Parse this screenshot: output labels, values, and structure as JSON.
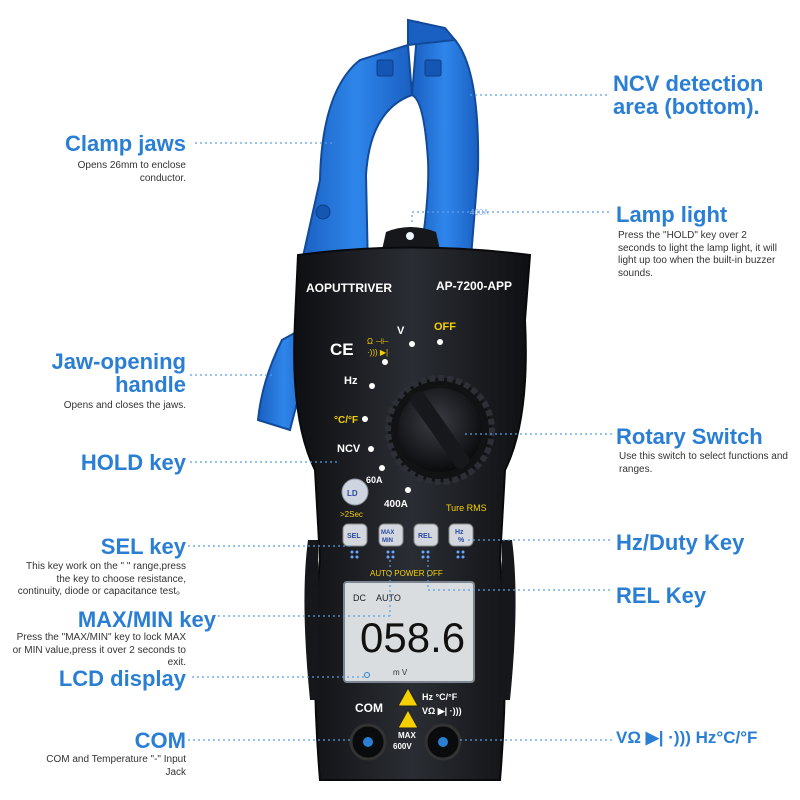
{
  "device": {
    "brand": "AOPUTTRIVER",
    "model": "AP-7200-APP",
    "ce_mark": "CE",
    "dial": {
      "off": "OFF",
      "v": "V",
      "ohm_cap": "Ω ⊣⊢",
      "diode_buzz": "·))) ▶|",
      "hz": "Hz",
      "temp": "°C/°F",
      "ncv": "NCV",
      "a60": "60A",
      "a400": "400A",
      "true_rms": "Ture RMS",
      "lamp_hint": ">2Sec"
    },
    "keys": {
      "sel": "SEL",
      "maxmin_top": "MAX",
      "maxmin_bottom": "MIN",
      "rel": "REL",
      "hz_top": "Hz",
      "hz_bottom": "%"
    },
    "hold_label": "LD",
    "auto_power_off": "AUTO POWER OFF",
    "lcd": {
      "dc": "DC",
      "auto": "AUTO",
      "reading": "058.6",
      "unit": "m V"
    },
    "jacks": {
      "com": "COM",
      "max": "MAX",
      "max_v": "600V",
      "right_top": "Hz °C/°F",
      "right_bottom": "VΩ ▶| ·)))"
    },
    "jaw_mark": "400A"
  },
  "callouts": {
    "ncv": {
      "title": "NCV detection area (bottom)."
    },
    "clamp": {
      "title": "Clamp jaws",
      "desc": "Opens 26mm to enclose conductor."
    },
    "lamp": {
      "title": "Lamp light",
      "desc": "Press the \"HOLD\" key over 2 seconds to light the lamp light, it will light up too when the built-in buzzer sounds."
    },
    "jaw_handle": {
      "title": "Jaw-opening handle",
      "desc": "Opens and closes the jaws."
    },
    "rotary": {
      "title": "Rotary Switch",
      "desc": "Use this switch to select functions and ranges."
    },
    "hold": {
      "title": "HOLD key"
    },
    "sel": {
      "title": "SEL key",
      "desc": "This key work on the \" \" range,press the key to choose resistance, continuity, diode or capacitance test。"
    },
    "hzduty": {
      "title": "Hz/Duty Key"
    },
    "rel": {
      "title": "REL Key"
    },
    "maxmin": {
      "title": "MAX/MIN key",
      "desc": "Press the \"MAX/MIN\" key to lock MAX or MIN value,press it over 2 seconds to exit."
    },
    "lcd": {
      "title": "LCD display"
    },
    "com": {
      "title": "COM",
      "desc": "COM and Temperature \"-\" Input Jack"
    },
    "vjack": {
      "title": "VΩ ▶| ·))) Hz°C/°F"
    }
  },
  "colors": {
    "accent": "#2a7fd4",
    "jaw_blue": "#1f6fd6",
    "body_black": "#1b1d21",
    "lcd": "#d9dde0",
    "label_yellow": "#f5d000"
  }
}
